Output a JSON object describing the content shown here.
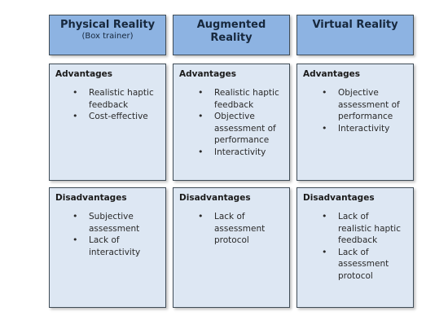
{
  "columns": [
    {
      "title": "Physical Reality",
      "subtitle": "(Box trainer)",
      "advantages_label": "Advantages",
      "advantages": [
        "Realistic haptic feedback",
        "Cost-effective"
      ],
      "disadvantages_label": "Disadvantages",
      "disadvantages": [
        "Subjective assessment",
        "Lack of interactivity"
      ]
    },
    {
      "title": "Augmented Reality",
      "subtitle": "",
      "advantages_label": "Advantages",
      "advantages": [
        "Realistic haptic feedback",
        "Objective assessment of performance",
        "Interactivity"
      ],
      "disadvantages_label": "Disadvantages",
      "disadvantages": [
        "Lack of assessment protocol"
      ]
    },
    {
      "title": "Virtual Reality",
      "subtitle": "",
      "advantages_label": "Advantages",
      "advantages": [
        "Objective assessment of performance",
        "Interactivity"
      ],
      "disadvantages_label": "Disadvantages",
      "disadvantages": [
        "Lack of realistic haptic feedback",
        "Lack of assessment protocol"
      ]
    }
  ],
  "colors": {
    "header_fill": "#8db3e2",
    "cell_fill": "#dde7f3",
    "border": "#3f4c57"
  }
}
